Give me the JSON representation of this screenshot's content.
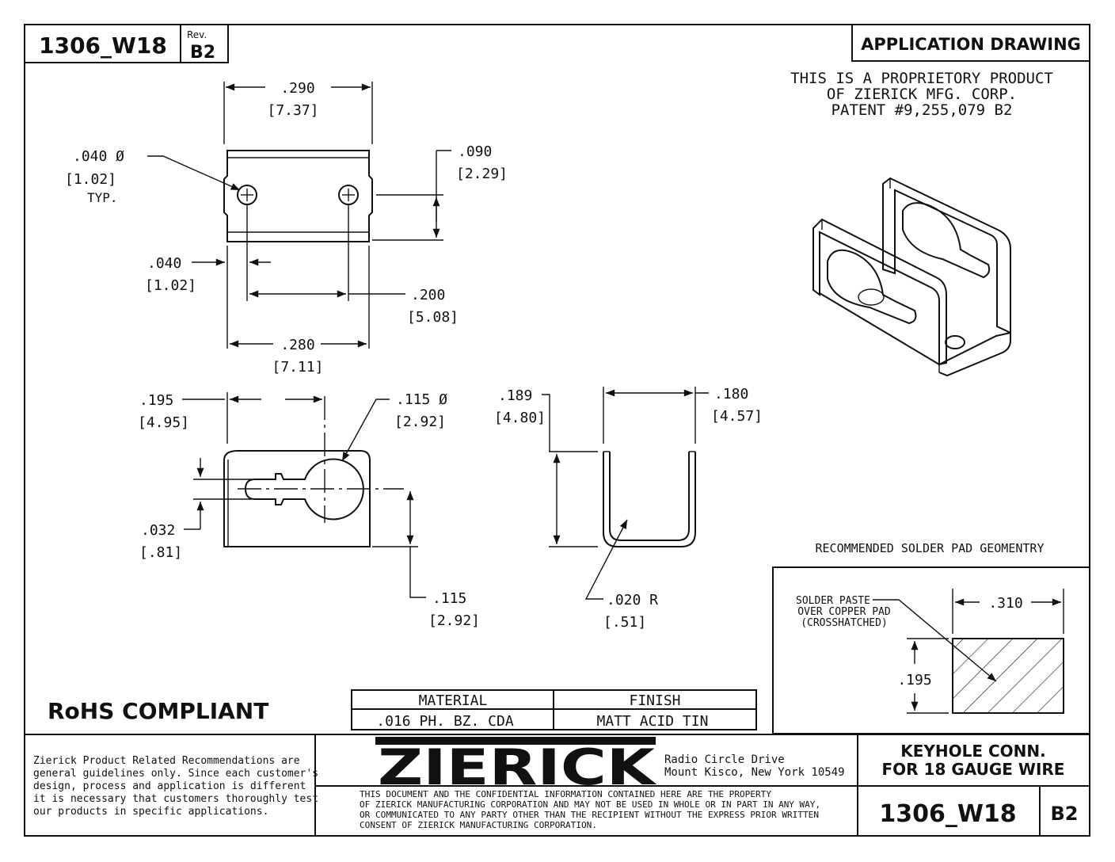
{
  "title_block": {
    "part_number": "1306_W18",
    "rev_label": "Rev.",
    "rev": "B2",
    "doc_type": "APPLICATION DRAWING",
    "proprietary": [
      "THIS IS A PROPRIETORY PRODUCT",
      "OF ZIERICK MFG. CORP.",
      "PATENT #9,255,079 B2"
    ],
    "rohs": "RoHS COMPLIANT",
    "material_header": "MATERIAL",
    "material_value": ".016 PH. BZ. CDA",
    "finish_header": "FINISH",
    "finish_value": "MATT ACID TIN",
    "disclaimer": [
      "Zierick Product Related Recommendations are",
      "general guidelines only. Since each customer's",
      "design, process and application is different",
      "it is necessary that customers thoroughly test",
      "our products in specific applications."
    ],
    "logo_text": "ZIERICK",
    "address": [
      "Radio Circle Drive",
      "Mount Kisco, New York 10549"
    ],
    "confidential": [
      "THIS DOCUMENT AND THE CONFIDENTIAL INFORMATION CONTAINED HERE ARE THE PROPERTY",
      "OF ZIERICK MANUFACTURING CORPORATION AND MAY NOT BE USED IN WHOLE OR IN PART IN ANY WAY,",
      "OR COMMUNICATED TO ANY PARTY OTHER THAN THE RECIPIENT WITHOUT THE EXPRESS PRIOR WRITTEN",
      "CONSENT OF ZIERICK MANUFACTURING CORPORATION."
    ],
    "description": [
      "KEYHOLE CONN.",
      "FOR 18 GAUGE WIRE"
    ],
    "part_number_bottom": "1306_W18",
    "rev_bottom": "B2"
  },
  "dimensions": {
    "d290": ".290",
    "d290m": "[7.37]",
    "d040hole": ".040  Ø",
    "d040holem": "[1.02]",
    "typ": "TYP.",
    "d090": ".090",
    "d090m": "[2.29]",
    "d040": ".040",
    "d040m": "[1.02]",
    "d200": ".200",
    "d200m": "[5.08]",
    "d280": ".280",
    "d280m": "[7.11]",
    "d195": ".195",
    "d195m": "[4.95]",
    "d115dia": ".115  Ø",
    "d115diam": "[2.92]",
    "d032": ".032",
    "d032m": "[.81]",
    "d115": ".115",
    "d115m": "[2.92]",
    "d189": ".189",
    "d189m": "[4.80]",
    "d180": ".180",
    "d180m": "[4.57]",
    "d020r": ".020  R",
    "d020rm": "[.51]"
  },
  "solder_pad": {
    "title": "RECOMMENDED SOLDER PAD GEOMENTRY",
    "note": [
      "SOLDER PASTE",
      "OVER COPPER PAD",
      "(CROSSHATCHED)"
    ],
    "width": ".310",
    "height": ".195"
  }
}
